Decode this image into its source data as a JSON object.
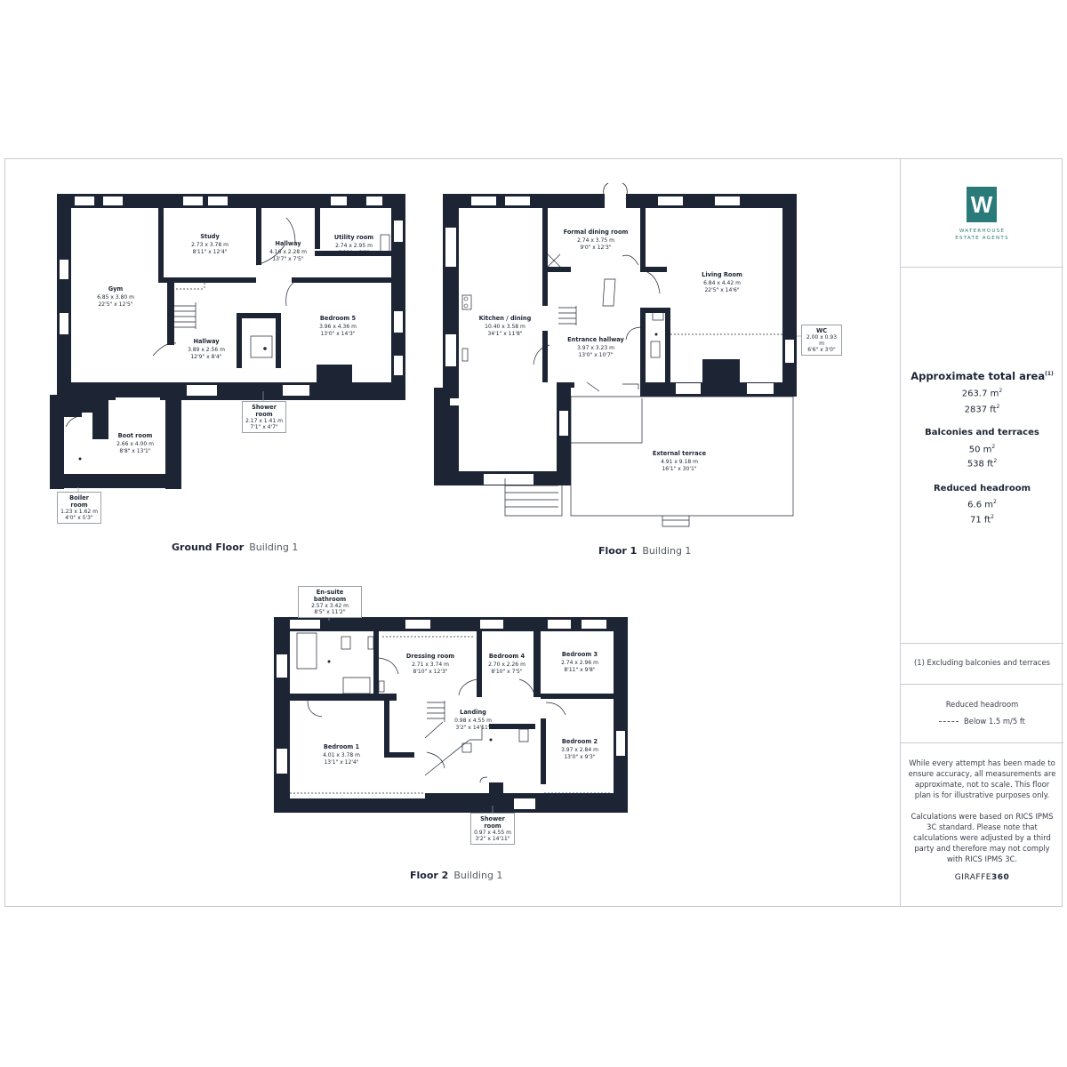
{
  "brand": {
    "logo_letter": "W",
    "line1": "WATERHOUSE",
    "line2": "ESTATE AGENTS",
    "color": "#2b7a7a"
  },
  "colors": {
    "wall": "#1d2535",
    "line": "#9aa0a8",
    "accent": "#2b7a7a"
  },
  "areas": {
    "total_title": "Approximate total area",
    "total_sup": "(1)",
    "total_m2": "263.7 m",
    "total_ft2": "2837 ft",
    "balconies_title": "Balconies and terraces",
    "balconies_m2": "50 m",
    "balconies_ft2": "538 ft",
    "reduced_title": "Reduced headroom",
    "reduced_m2": "6.6 m",
    "reduced_ft2": "71 ft",
    "sq": "2"
  },
  "footnote": "(1) Excluding balconies and terraces",
  "legend": {
    "title": "Reduced headroom",
    "item": "Below 1.5 m/5 ft"
  },
  "disclaimer": {
    "p1_l1": "While every attempt has been made to",
    "p1_l2": "ensure accuracy, all measurements are",
    "p1_l3": "approximate, not to scale. This floor",
    "p1_l4": "plan is for illustrative purposes only.",
    "p2_l1": "Calculations were based on RICS IPMS",
    "p2_l2": "3C standard. Please note that",
    "p2_l3": "calculations were adjusted by a third",
    "p2_l4": "party and therefore may not comply",
    "p2_l5": "with RICS IPMS 3C."
  },
  "credit": {
    "a": "GIRAFFE",
    "b": "360"
  },
  "floors": {
    "ground": {
      "name": "Ground Floor",
      "building": "Building 1"
    },
    "first": {
      "name": "Floor 1",
      "building": "Building 1"
    },
    "second": {
      "name": "Floor 2",
      "building": "Building 1"
    }
  },
  "rooms": {
    "gym": {
      "name": "Gym",
      "m": "6.85 x 3.80 m",
      "ft": "22'5\" x 12'5\""
    },
    "study": {
      "name": "Study",
      "m": "2.73 x 3.78 m",
      "ft": "8'11\" x 12'4\""
    },
    "hallway_top": {
      "name": "Hallway",
      "m": "4.16 x 2.28 m",
      "ft": "13'7\" x 7'5\""
    },
    "utility": {
      "name": "Utility room",
      "m": "2.74 x 2.95 m",
      "ft": "8'11\" x 9'8\""
    },
    "hallway_gf": {
      "name": "Hallway",
      "m": "3.89 x 2.56 m",
      "ft": "12'9\" x 8'4\""
    },
    "bedroom5": {
      "name": "Bedroom 5",
      "m": "3.96 x 4.36 m",
      "ft": "13'0\" x 14'3\""
    },
    "shower_gf": {
      "name": "Shower room",
      "m": "2.17 x 1.41 m",
      "ft": "7'1\" x 4'7\""
    },
    "boot": {
      "name": "Boot room",
      "m": "2.66 x 4.00 m",
      "ft": "8'8\" x 13'1\""
    },
    "boiler": {
      "name": "Boiler room",
      "m": "1.23 x 1.62 m",
      "ft": "4'0\" x 5'3\""
    },
    "kitchen": {
      "name": "Kitchen / dining",
      "m": "10.40 x 3.58 m",
      "ft": "34'1\" x 11'8\""
    },
    "formal_dining": {
      "name": "Formal dining room",
      "m": "2.74 x 3.75 m",
      "ft": "9'0\" x 12'3\""
    },
    "living": {
      "name": "Living Room",
      "m": "6.84 x 4.42 m",
      "ft": "22'5\" x 14'6\""
    },
    "entrance": {
      "name": "Entrance hallway",
      "m": "3.97 x 3.23 m",
      "ft": "13'0\" x 10'7\""
    },
    "wc": {
      "name": "WC",
      "m": "2.00 x 0.93 m",
      "ft": "6'6\" x 3'0\""
    },
    "terrace": {
      "name": "External terrace",
      "m": "4.91 x 9.18 m",
      "ft": "16'1\" x 30'1\""
    },
    "ensuite": {
      "name": "En-suite bathroom",
      "m": "2.57 x 3.42 m",
      "ft": "8'5\" x 11'2\""
    },
    "dressing": {
      "name": "Dressing room",
      "m": "2.71 x 3.74 m",
      "ft": "8'10\" x 12'3\""
    },
    "bedroom4": {
      "name": "Bedroom 4",
      "m": "2.70 x 2.26 m",
      "ft": "8'10\" x 7'5\""
    },
    "bedroom3": {
      "name": "Bedroom 3",
      "m": "2.74 x 2.96 m",
      "ft": "8'11\" x 9'8\""
    },
    "landing": {
      "name": "Landing",
      "m": "0.98 x 4.55 m",
      "ft": "3'2\" x 14'11\""
    },
    "bedroom1": {
      "name": "Bedroom 1",
      "m": "4.01 x 3.78 m",
      "ft": "13'1\" x 12'4\""
    },
    "bedroom2": {
      "name": "Bedroom 2",
      "m": "3.97 x 2.84 m",
      "ft": "13'0\" x 9'3\""
    },
    "shower_f2": {
      "name": "Shower room",
      "m": "0.97 x 4.55 m",
      "ft": "3'2\" x 14'11\""
    }
  }
}
